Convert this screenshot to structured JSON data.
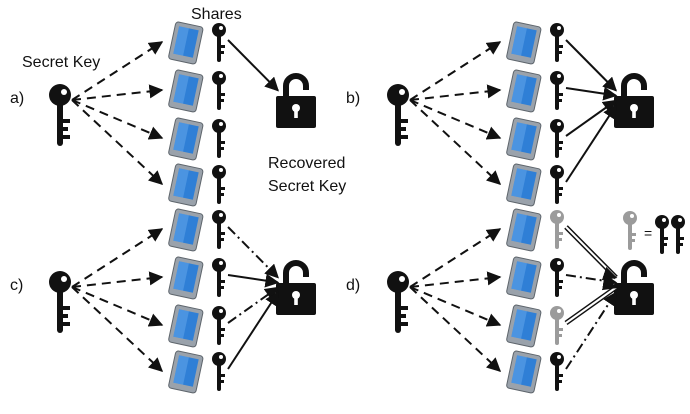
{
  "labels": {
    "shares": "Shares",
    "secret_key": "Secret Key",
    "recovered_line1": "Recovered",
    "recovered_line2": "Secret Key",
    "equals": "="
  },
  "panels": [
    {
      "id": "a",
      "label": "a)",
      "links": [
        "solid",
        "none",
        "none",
        "none"
      ],
      "key_colors": [
        "normal",
        "normal",
        "normal",
        "normal"
      ]
    },
    {
      "id": "b",
      "label": "b)",
      "links": [
        "solid",
        "solid",
        "solid",
        "solid"
      ],
      "key_colors": [
        "normal",
        "normal",
        "normal",
        "normal"
      ]
    },
    {
      "id": "c",
      "label": "c)",
      "links": [
        "dashdot",
        "solid",
        "dashdot",
        "solid"
      ],
      "key_colors": [
        "normal",
        "normal",
        "normal",
        "normal"
      ]
    },
    {
      "id": "d",
      "label": "d)",
      "links": [
        "double",
        "dashdot",
        "double",
        "dashdot"
      ],
      "key_colors": [
        "gray",
        "normal",
        "gray",
        "normal"
      ]
    }
  ],
  "colors": {
    "ink": "#111111",
    "device_screen": "#2f7fd6",
    "device_body": "#9aa2ab",
    "gray_key": "#9b9b9b"
  }
}
